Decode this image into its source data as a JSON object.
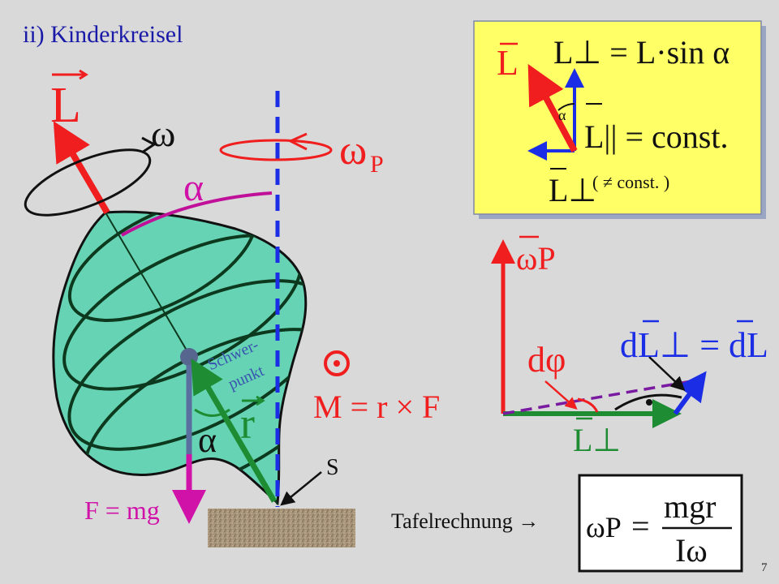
{
  "title": "ii)  Kinderkreisel",
  "page_number": "7",
  "labels": {
    "L": "L",
    "omega": "ω",
    "omega_p_sym": "ω",
    "omega_p_sub": "P",
    "alpha_top": "α",
    "alpha_bottom": "α",
    "schwer": "Schwer-",
    "punkt": "punkt",
    "r": "r",
    "S": "S",
    "F_eq": "F = mg",
    "M_eq": "M = r × F",
    "odot": "⊙"
  },
  "box": {
    "L_perp_eq": "L⊥ = L·sin α",
    "L_par_eq": "L|| = const.",
    "L_perp_label": "L⊥",
    "neq_const": "( ≠ const. )",
    "L": "L",
    "alpha": "α"
  },
  "vector_diagram": {
    "omega_p": "ωP",
    "dL_eq": "dL⊥ = dL",
    "dphi": "dφ",
    "L_perp": "L⊥"
  },
  "tafelrechnung": "Tafelrechnung →",
  "formula": {
    "lhs": "ωP",
    "numerator": "mgr",
    "denominator": "Iω"
  },
  "colors": {
    "background": "#d9d9d9",
    "red": "#f01e1e",
    "blue": "#1b2ee6",
    "green": "#1e8c32",
    "magenta": "#d012a8",
    "box_yellow": "#ffff66",
    "top_fill": "#66d4b4"
  }
}
